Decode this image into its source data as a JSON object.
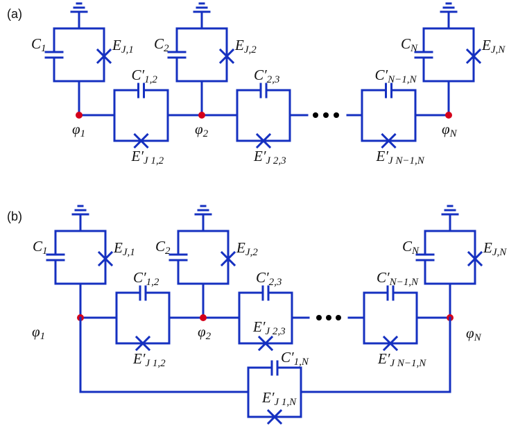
{
  "colors": {
    "wire": "#1530c0",
    "node": "#d4001a",
    "text": "#111111"
  },
  "panels": [
    {
      "label": "(a)",
      "cells": [
        {
          "cap": {
            "main": "C",
            "sub": "1"
          },
          "jj": {
            "main": "E",
            "sub": "J,1"
          },
          "node": {
            "main": "φ",
            "sub": "1"
          }
        },
        {
          "cap": {
            "main": "C",
            "sub": "2"
          },
          "jj": {
            "main": "E",
            "sub": "J,2"
          },
          "node": {
            "main": "φ",
            "sub": "2"
          }
        },
        {
          "cap": {
            "main": "C",
            "sub": "N"
          },
          "jj": {
            "main": "E",
            "sub": "J,N"
          },
          "node": {
            "main": "φ",
            "sub": "N"
          }
        }
      ],
      "couplers": [
        {
          "cap": {
            "main": "C′",
            "sub": "1,2"
          },
          "jj": {
            "main": "E′",
            "sub": "J 1,2"
          }
        },
        {
          "cap": {
            "main": "C′",
            "sub": "2,3"
          },
          "jj": {
            "main": "E′",
            "sub": "J 2,3"
          }
        },
        {
          "cap": {
            "main": "C′",
            "sub": "N−1,N"
          },
          "jj": {
            "main": "E′",
            "sub": "J N−1,N"
          }
        }
      ],
      "ellipsis": "•••"
    },
    {
      "label": "(b)",
      "cells": [
        {
          "cap": {
            "main": "C",
            "sub": "1"
          },
          "jj": {
            "main": "E",
            "sub": "J,1"
          },
          "node": {
            "main": "φ",
            "sub": "1"
          }
        },
        {
          "cap": {
            "main": "C",
            "sub": "2"
          },
          "jj": {
            "main": "E",
            "sub": "J,2"
          },
          "node": {
            "main": "φ",
            "sub": "2"
          }
        },
        {
          "cap": {
            "main": "C",
            "sub": "N"
          },
          "jj": {
            "main": "E",
            "sub": "J,N"
          },
          "node": {
            "main": "φ",
            "sub": "N"
          }
        }
      ],
      "couplers": [
        {
          "cap": {
            "main": "C′",
            "sub": "1,2"
          },
          "jj": {
            "main": "E′",
            "sub": "J 1,2"
          }
        },
        {
          "cap": {
            "main": "C′",
            "sub": "2,3"
          },
          "jj": {
            "main": "E′",
            "sub": "J 2,3"
          }
        },
        {
          "cap": {
            "main": "C′",
            "sub": "N−1,N"
          },
          "jj": {
            "main": "E′",
            "sub": "J N−1,N"
          }
        }
      ],
      "loop_coupler": {
        "cap": {
          "main": "C′",
          "sub": "1,N"
        },
        "jj": {
          "main": "E′",
          "sub": "J 1,N"
        }
      },
      "ellipsis": "•••"
    }
  ]
}
